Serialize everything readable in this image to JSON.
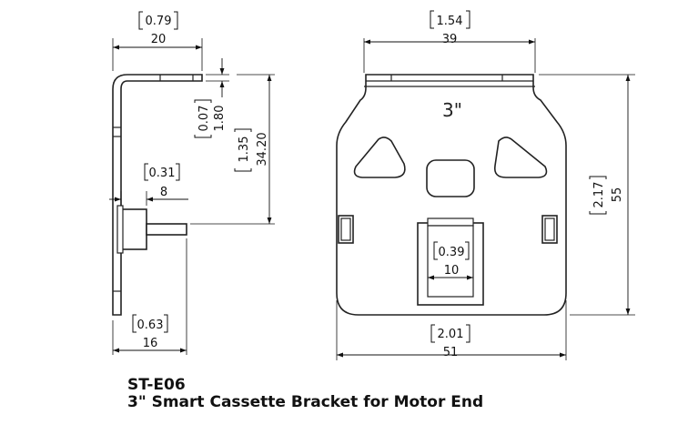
{
  "product": {
    "code": "ST-E06",
    "title": "3\" Smart Cassette Bracket for Motor End",
    "size_marking": "3\""
  },
  "dimensions": {
    "top_width": {
      "inch": "0.79",
      "mm": "20"
    },
    "lip_thickness": {
      "inch": "0.07",
      "mm": "1.80"
    },
    "height_to_pin": {
      "inch": "1.35",
      "mm": "34.20"
    },
    "boss_depth": {
      "inch": "0.31",
      "mm": "8"
    },
    "base_depth": {
      "inch": "0.63",
      "mm": "16"
    },
    "plate_top_width": {
      "inch": "1.54",
      "mm": "39"
    },
    "plate_height": {
      "inch": "2.17",
      "mm": "55"
    },
    "slot_width": {
      "inch": "0.39",
      "mm": "10"
    },
    "plate_width": {
      "inch": "2.01",
      "mm": "51"
    }
  }
}
